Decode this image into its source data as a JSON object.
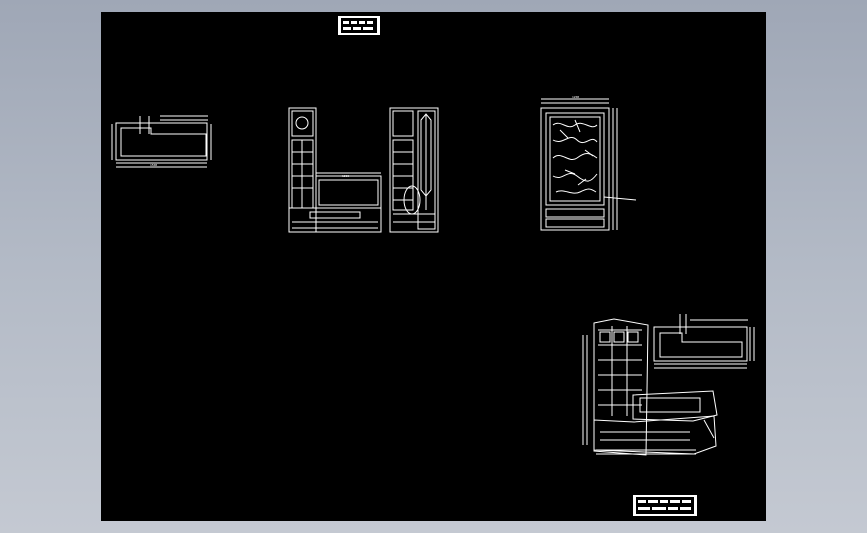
{
  "colors": {
    "canvas": "#000000",
    "lines": "#ffffff",
    "background_top": "#9fa7b6",
    "background_bottom": "#c4c9d2"
  },
  "drawing": {
    "title_block_top": "",
    "title_block_bottom": "",
    "views": {
      "plan_top_left": "plan-view",
      "front_elevation": "front-elevation",
      "side_elevation": "side-elevation",
      "panel_elevation": "carved-panel-elevation",
      "plan_bottom_right": "plan-view-2",
      "perspective": "perspective-view"
    }
  }
}
